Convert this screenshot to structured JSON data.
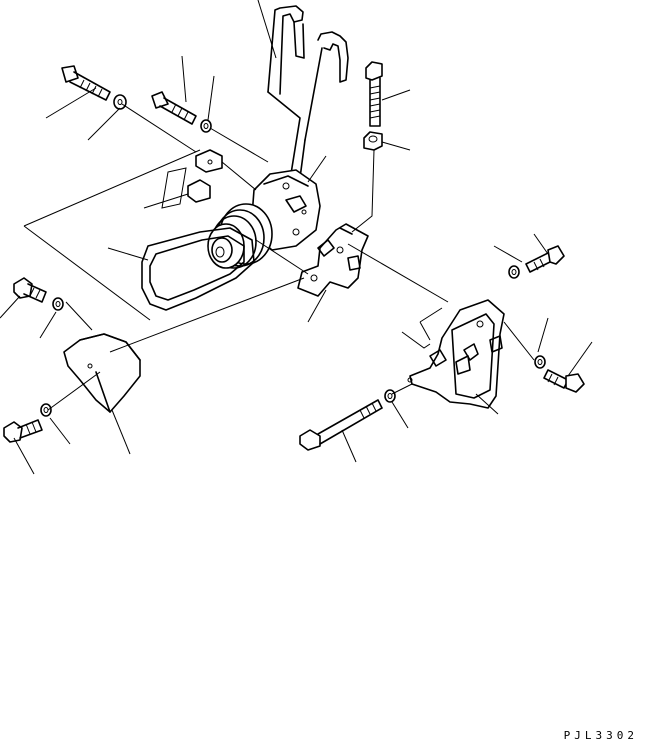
{
  "drawing": {
    "code": "PJL3302",
    "parts": [
      "bolt",
      "washer",
      "bolt",
      "washer",
      "hose",
      "bolt",
      "nut",
      "compressor",
      "spacer",
      "belt",
      "bracket",
      "bolt",
      "washer",
      "washer",
      "bolt",
      "bracket",
      "washer",
      "bolt",
      "bolt",
      "washer",
      "guard",
      "washer",
      "bolt"
    ]
  }
}
